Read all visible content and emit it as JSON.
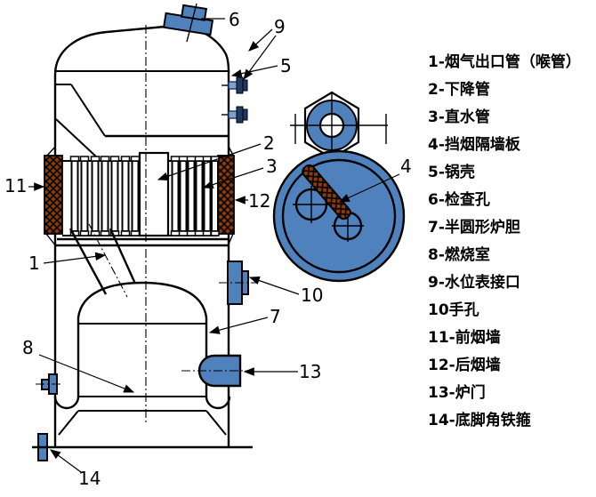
{
  "legend": {
    "items": [
      "1-烟气出口管（喉管）",
      "2-下降管",
      "3-直水管",
      "4-挡烟隔墙板",
      "5-锅壳",
      "6-检查孔",
      "7-半圆形炉胆",
      "8-燃烧室",
      "9-水位表接口",
      "10手孔",
      "11-前烟墙",
      "12-后烟墙",
      "13-炉门",
      "14-底脚角铁箍"
    ]
  },
  "diagram": {
    "callouts": [
      "1",
      "2",
      "3",
      "4",
      "5",
      "6",
      "7",
      "8",
      "9",
      "10",
      "11",
      "12",
      "13",
      "14"
    ]
  },
  "colors": {
    "part_blue": "#4F81BD",
    "steel_blue": "#7EA0CC",
    "navy": "#1F3864",
    "wall_brown": "#8B3A08"
  }
}
